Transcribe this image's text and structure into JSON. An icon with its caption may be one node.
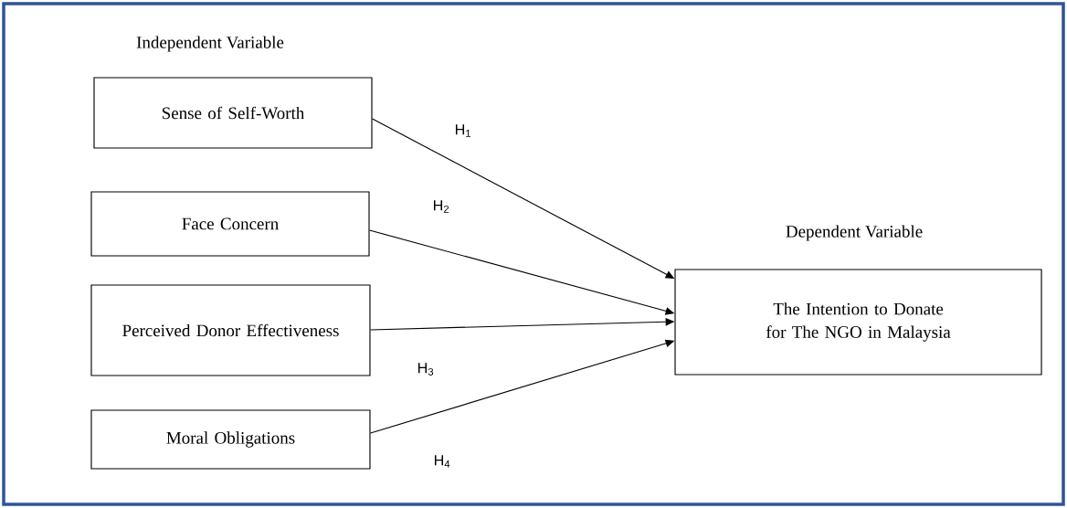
{
  "diagram": {
    "nodes": [
      {
        "text": [
          "Sense of Self-Worth"
        ]
      },
      {
        "text": [
          "Face Concern"
        ]
      },
      {
        "text": [
          "Perceived Donor Effectiveness"
        ]
      },
      {
        "text": [
          "Moral Obligations"
        ]
      },
      {
        "text": [
          "Dependent Variable",
          "The Intention to Donate for The NGO in Malaysia"
        ]
      }
    ],
    "edges": [
      {
        "from": 0,
        "to": 4,
        "arrow": "to",
        "label": "H$_{1}$"
      },
      {
        "from": 1,
        "to": 4,
        "arrow": "to",
        "label": "H$_{2}$"
      },
      {
        "from": 2,
        "to": 4,
        "arrow": "to",
        "label": "H$_{3}$"
      },
      {
        "from": 3,
        "to": 4,
        "arrow": "to",
        "label": "H$_{4}$"
      }
    ],
    "labels": [
      "Independent Variable"
    ]
  }
}
